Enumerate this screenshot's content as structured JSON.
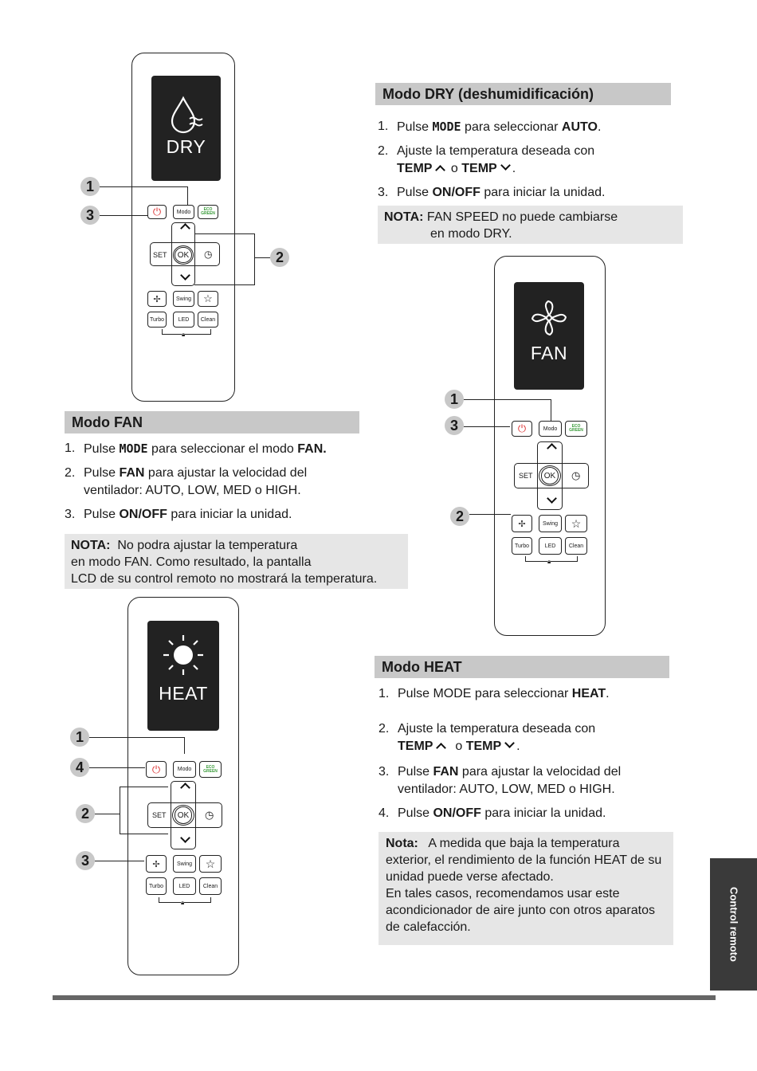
{
  "dry": {
    "header": "Modo DRY (deshumidificación)",
    "steps": [
      {
        "n": "1.",
        "parts": [
          [
            "Pulse ",
            ""
          ],
          [
            "MODE",
            "mono"
          ],
          [
            " para seleccionar ",
            ""
          ],
          [
            "AUTO",
            "b"
          ],
          [
            ".",
            ""
          ]
        ]
      },
      {
        "n": "2.",
        "line1": "Ajuste la temperatura deseada con",
        "temp_a": "TEMP",
        "or": "o",
        "temp_b": "TEMP",
        "end": "."
      },
      {
        "n": "3.",
        "parts": [
          [
            "Pulse ",
            ""
          ],
          [
            "ON/OFF",
            "b"
          ],
          [
            " para iniciar la unidad.",
            ""
          ]
        ]
      }
    ],
    "note_label": "NOTA:",
    "note_line1": "FAN SPEED no puede cambiarse",
    "note_line2": "en modo DRY.",
    "lcd_mode": "DRY"
  },
  "fan": {
    "header": "Modo FAN",
    "steps": [
      {
        "n": "1.",
        "parts": [
          [
            "Pulse ",
            ""
          ],
          [
            "MODE",
            "mono"
          ],
          [
            " para seleccionar el modo ",
            ""
          ],
          [
            "FAN.",
            "b"
          ]
        ]
      },
      {
        "n": "2.",
        "parts": [
          [
            "Pulse ",
            ""
          ],
          [
            "FAN",
            "b"
          ],
          [
            " para ajustar la velocidad del ventilador: AUTO, LOW, MED o HIGH.",
            ""
          ]
        ]
      },
      {
        "n": "3.",
        "parts": [
          [
            "Pulse ",
            ""
          ],
          [
            "ON/OFF",
            "b"
          ],
          [
            " para iniciar la unidad.",
            ""
          ]
        ]
      }
    ],
    "note_label": "NOTA:",
    "note_line1": "No podra ajustar la temperatura",
    "note_line2": "en modo FAN. Como resultado, la pantalla",
    "note_line3": "LCD de su control remoto no mostrará la temperatura.",
    "lcd_mode": "FAN"
  },
  "heat": {
    "header": "Modo HEAT",
    "steps": [
      {
        "n": "1.",
        "parts": [
          [
            "Pulse MODE para seleccionar ",
            ""
          ],
          [
            "HEAT",
            "b"
          ],
          [
            ".",
            ""
          ]
        ]
      },
      {
        "n": "2.",
        "line1": "Ajuste la temperatura deseada con",
        "temp_a": "TEMP",
        "or": "o",
        "temp_b": "TEMP",
        "end": "."
      },
      {
        "n": "3.",
        "parts": [
          [
            "Pulse ",
            ""
          ],
          [
            "FAN",
            "b"
          ],
          [
            " para ajustar la velocidad del ventilador: AUTO, LOW, MED o HIGH.",
            ""
          ]
        ]
      },
      {
        "n": "4.",
        "parts": [
          [
            "Pulse ",
            ""
          ],
          [
            "ON/OFF",
            "b"
          ],
          [
            " para iniciar la unidad.",
            ""
          ]
        ]
      }
    ],
    "note_label": "Nota:",
    "note_text": "A medida que baja la temperatura exterior, el rendimiento de la función HEAT de su unidad puede verse afectado.",
    "note_text2": "En tales casos, recomendamos usar este acondicionador de aire junto con otros aparatos de calefacción.",
    "lcd_mode": "HEAT"
  },
  "remote_labels": {
    "mode": "Modo",
    "set": "SET",
    "ok": "OK",
    "swing": "Swing",
    "turbo": "Turbo",
    "led": "LED",
    "clean": "Clean",
    "eco_top": "ECO",
    "eco_bottom": "GREEN"
  },
  "callouts": {
    "dry": [
      "1",
      "3",
      "2"
    ],
    "fan": [
      "1",
      "3",
      "2"
    ],
    "heat": [
      "1",
      "4",
      "2",
      "3"
    ]
  },
  "side_tab": "Control remoto",
  "icons": [
    "dry-drop-icon",
    "fan-icon",
    "sun-icon",
    "power-icon",
    "clock-icon",
    "star-icon",
    "fan-button-icon",
    "lock-icon",
    "chevron-up-icon",
    "chevron-down-icon"
  ]
}
